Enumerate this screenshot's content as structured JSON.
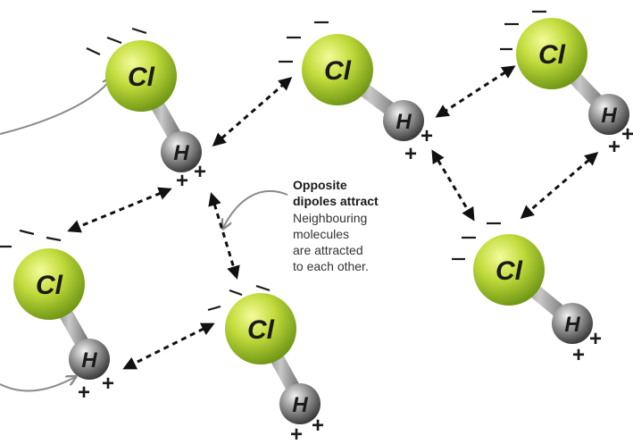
{
  "labels": {
    "chlorine": "Cl",
    "hydrogen": "H",
    "positive": "+"
  },
  "annotation": {
    "title_line1": "Opposite",
    "title_line2": "dipoles attract",
    "body_line1": "Neighbouring",
    "body_line2": "molecules",
    "body_line3": "are attracted",
    "body_line4": "to each other."
  },
  "colors": {
    "chlorine_light": "#e6f57a",
    "chlorine_mid": "#b3d334",
    "chlorine_dark": "#6f9615",
    "hydrogen_light": "#f2f2f2",
    "hydrogen_mid": "#8c8c8c",
    "hydrogen_dark": "#3a3a3a",
    "bond": "#9a9a9a",
    "pointer": "#8a8a8a"
  }
}
